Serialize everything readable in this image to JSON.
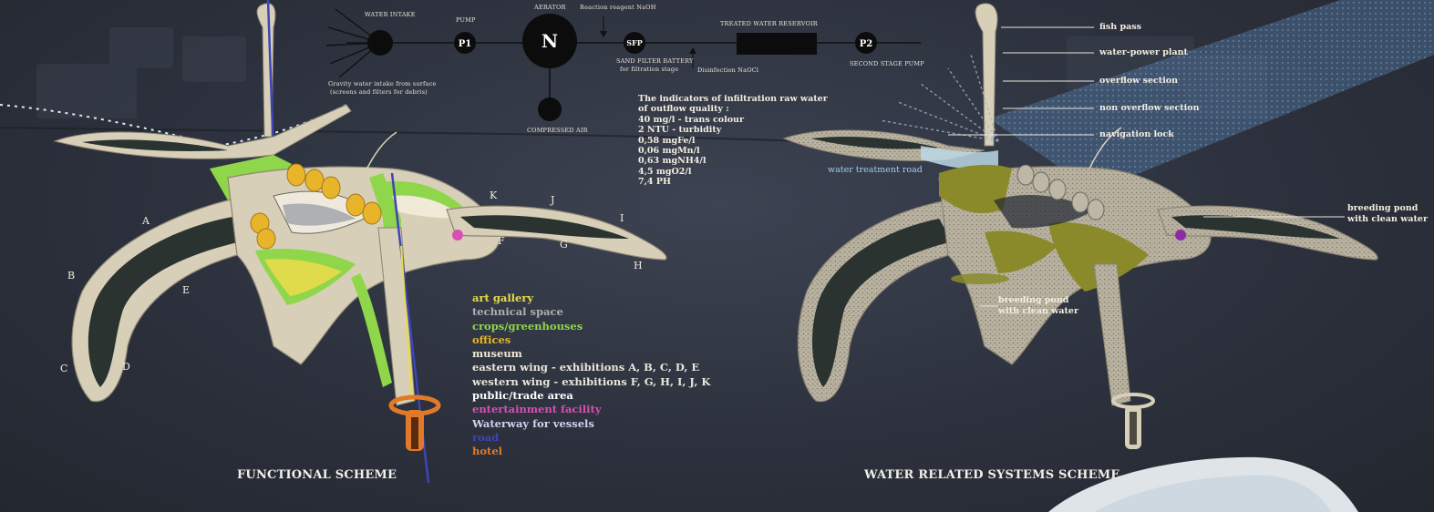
{
  "flow": {
    "nodes": [
      {
        "id": "water-intake",
        "label": "",
        "caption": "WATER INTAKE"
      },
      {
        "id": "p1",
        "label": "P1",
        "caption": "PUMP"
      },
      {
        "id": "n",
        "label": "N",
        "caption": "AERATOR"
      },
      {
        "id": "sfp",
        "label": "SFP",
        "caption": ""
      },
      {
        "id": "p2",
        "label": "P2",
        "caption": ""
      }
    ],
    "compressed_air": "COMPRESSED AIR",
    "rectangle_caption": "TREATED WATER RESERVOIR",
    "notes": {
      "top_arrow": "Reaction reagent NaOH",
      "below_sfp": "SAND FILTER BATTERY",
      "below_sfp2": "for filtration stage",
      "right_arrow": "Disinfection NaOCl",
      "p2_caption": "SECOND STAGE PUMP",
      "intake_note": "Gravity water intake from surface",
      "intake_note2": "(screens and filters for debris)"
    }
  },
  "infiltration": {
    "title1": "The indicators of infiltration raw water",
    "title2": "of outflow quality :",
    "lines": [
      "40 mg/l - trans colour",
      "2 NTU - turbidity",
      "0,58 mgFe/l",
      "0,06 mgMn/l",
      "0,63 mgNH4/l",
      "4,5 mgO2/l",
      "7,4 PH"
    ]
  },
  "letters": [
    "A",
    "B",
    "C",
    "D",
    "E",
    "F",
    "G",
    "H",
    "I",
    "J",
    "K"
  ],
  "legend": [
    {
      "label": "art gallery",
      "color": "#e9dc4a"
    },
    {
      "label": "technical space",
      "color": "#aeb0b2"
    },
    {
      "label": "crops/greenhouses",
      "color": "#8fd64a"
    },
    {
      "label": "offices",
      "color": "#e8b52a"
    },
    {
      "label": "museum",
      "color": "#f0ead6"
    },
    {
      "label": "eastern wing - exhibitions A, B, C, D, E",
      "color": "#e9e6dc"
    },
    {
      "label": "western wing - exhibitions F, G, H, I, J, K",
      "color": "#e9e6dc"
    },
    {
      "label": "public/trade area",
      "color": "#ffffff"
    },
    {
      "label": "entertainment facility",
      "color": "#d84fb3"
    },
    {
      "label": "Waterway for vessels",
      "color": "#cfd4ee"
    },
    {
      "label": "road",
      "color": "#3d45b8"
    },
    {
      "label": "hotel",
      "color": "#e07a28"
    }
  ],
  "water_labels": {
    "fish_pass": "fish pass",
    "water_power_plant": "water-power plant",
    "overflow_section": "overflow section",
    "non_overflow_section": "non overflow section",
    "navigation_lock": "navigation lock",
    "water_treatment_road": "water treatment road",
    "breeding_pond_1": "breeding pond",
    "breeding_pond_1b": "with clean water",
    "breeding_pond_2": "breeding pond",
    "breeding_pond_2b": "with clean water"
  },
  "titles": {
    "functional": "FUNCTIONAL SCHEME",
    "water": "WATER RELATED SYSTEMS SCHEME"
  },
  "colors": {
    "background": "#2c313d",
    "wing_outline": "#d8cfb8",
    "wing_dark": "#2b3330",
    "olive": "#8a8a2a",
    "water_blue": "#5d7fa6"
  }
}
